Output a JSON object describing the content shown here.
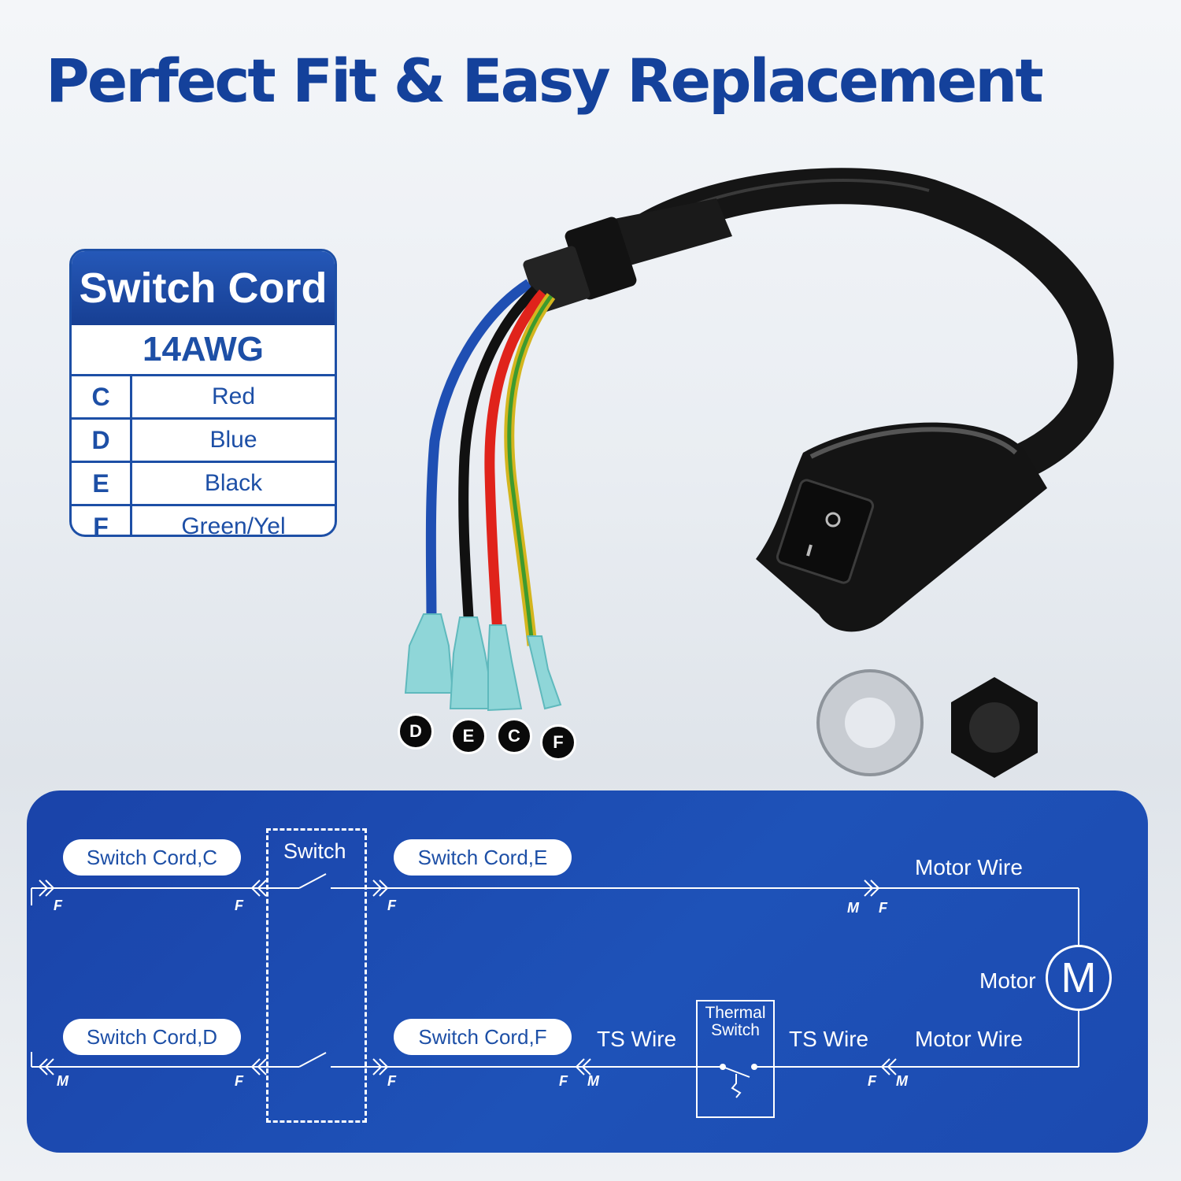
{
  "title": "Perfect Fit & Easy Replacement",
  "spec_table": {
    "heading": "Switch Cord",
    "gauge": "14AWG",
    "rows": [
      {
        "key": "C",
        "color": "Red"
      },
      {
        "key": "D",
        "color": "Blue"
      },
      {
        "key": "E",
        "color": "Black"
      },
      {
        "key": "F",
        "color": "Green/Yel"
      }
    ]
  },
  "terminal_labels": [
    "D",
    "E",
    "C",
    "F"
  ],
  "wire_colors": {
    "blue": "#1f4fb3",
    "black": "#111111",
    "red": "#e0231b",
    "green_yellow": "#4f9a2c"
  },
  "diagram": {
    "pills": {
      "cord_c": "Switch Cord,C",
      "cord_e": "Switch Cord,E",
      "cord_d": "Switch Cord,D",
      "cord_f": "Switch Cord,F"
    },
    "switch_label": "Switch",
    "thermal_label_1": "Thermal",
    "thermal_label_2": "Switch",
    "motor_wire_top": "Motor Wire",
    "motor_wire_bottom": "Motor Wire",
    "motor_label": "Motor",
    "motor_symbol": "M",
    "ts_wire_left": "TS Wire",
    "ts_wire_right": "TS Wire",
    "connector_marks": {
      "f": "F",
      "m": "M"
    }
  },
  "colors": {
    "brand_blue": "#14419b",
    "panel_blue": "#1e4db3"
  }
}
